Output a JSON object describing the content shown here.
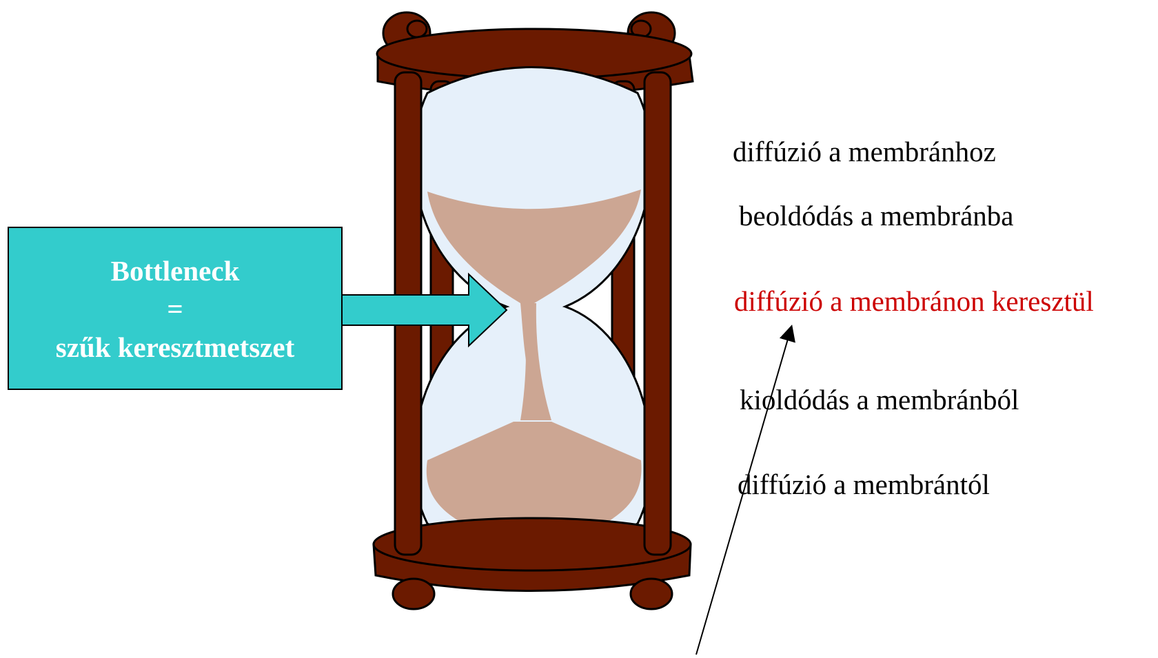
{
  "callout": {
    "line1": "Bottleneck",
    "line2": "=",
    "line3": "szűk keresztmetszet",
    "color": "#33CCCC"
  },
  "steps": [
    {
      "text": "diffúzió a membránhoz",
      "highlight": false
    },
    {
      "text": "beoldódás a membránba",
      "highlight": false
    },
    {
      "text": "diffúzió a membránon keresztül",
      "highlight": true
    },
    {
      "text": "kioldódás a membránból",
      "highlight": false
    },
    {
      "text": "diffúzió a membrántól",
      "highlight": false
    }
  ],
  "colors": {
    "wood": "#6B1A00",
    "glass": "#E6F0FA",
    "sand": "#CCA693",
    "highlight_text": "#CC0000"
  }
}
